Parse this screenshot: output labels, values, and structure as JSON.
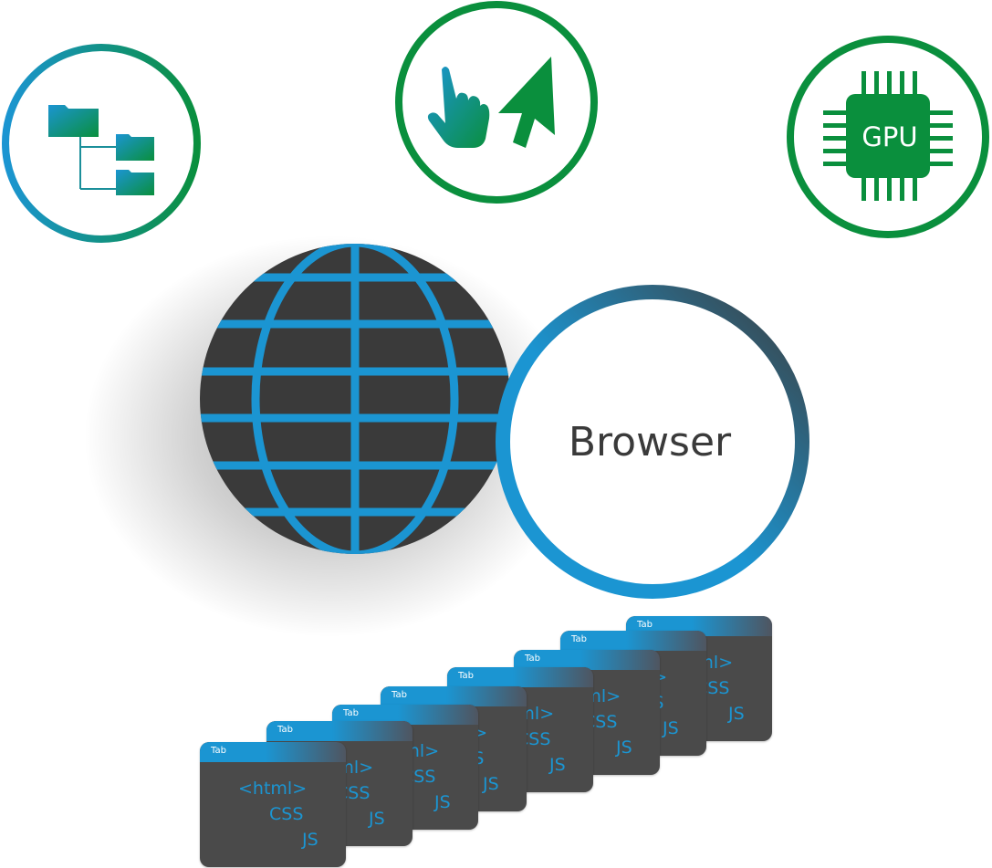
{
  "icons": {
    "hierarchy": "folder-tree-icon",
    "input": "hand-pointer-cursor-icon",
    "gpu": "gpu-chip-icon",
    "globe": "globe-icon"
  },
  "gpu_label": "GPU",
  "browser_label": "Browser",
  "tab": {
    "label": "Tab",
    "code_lines": [
      "<html>",
      "CSS",
      "JS"
    ]
  },
  "colors": {
    "blue": "#1b95d2",
    "green": "#0a8f3d",
    "dark": "#3d3d3d",
    "tab_body": "#4a4a4a"
  }
}
